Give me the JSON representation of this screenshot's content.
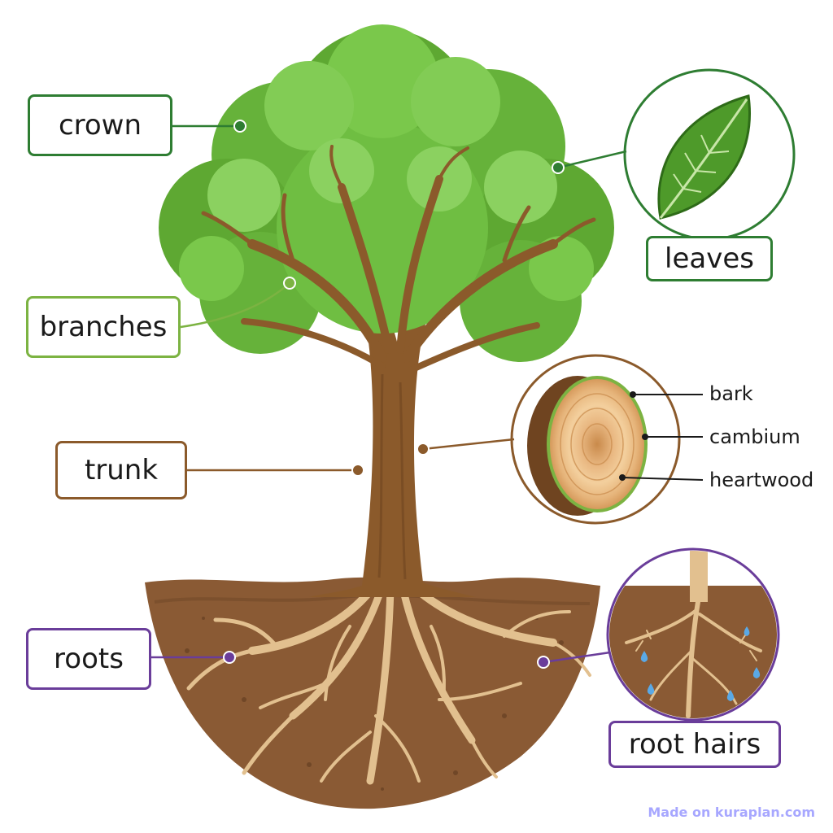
{
  "labels": {
    "crown": "crown",
    "leaves": "leaves",
    "branches": "branches",
    "trunk": "trunk",
    "roots": "roots",
    "root_hairs": "root hairs"
  },
  "cross_section": {
    "bark": "bark",
    "cambium": "cambium",
    "heartwood": "heartwood"
  },
  "colors": {
    "crown": "#2e7d32",
    "leaves": "#2e7d32",
    "branches": "#7cb342",
    "trunk": "#8b5a2b",
    "roots": "#6a3d9a",
    "root_hairs": "#6a3d9a",
    "credit": "#a7a7ff"
  },
  "footer": {
    "credit": "Made on kuraplan.com"
  }
}
